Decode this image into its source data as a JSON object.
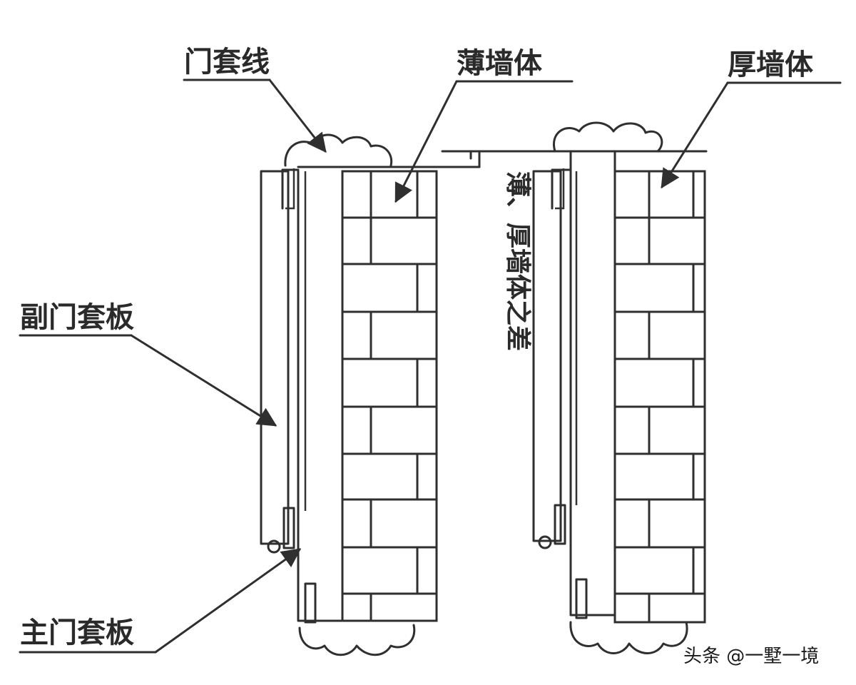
{
  "labels": {
    "door_casing_line": "门套线",
    "thin_wall": "薄墙体",
    "thick_wall": "厚墙体",
    "secondary_door_panel": "副门套板",
    "main_door_panel": "主门套板",
    "wall_difference": "薄、厚墙体之差"
  },
  "watermark": "头条 @一墅一境"
}
